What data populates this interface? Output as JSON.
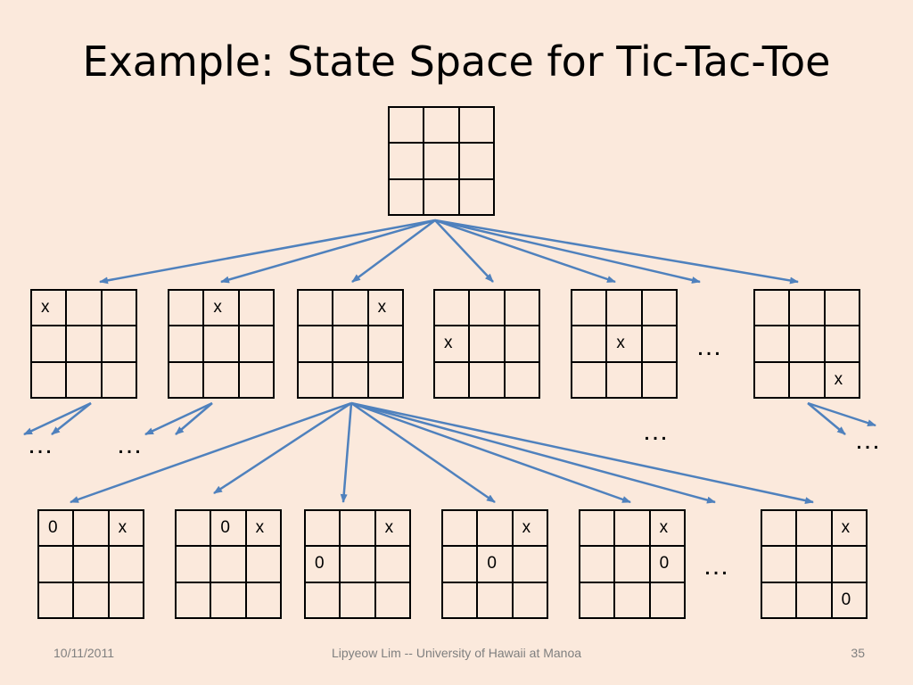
{
  "title": "Example: State Space for Tic-Tac-Toe",
  "footer": {
    "date": "10/11/2011",
    "author": "Lipyeow Lim -- University of Hawaii at Manoa",
    "page": "35"
  },
  "arrow_color": "#4f81bd",
  "boards": {
    "root": [
      "",
      "",
      "",
      "",
      "",
      "",
      "",
      "",
      ""
    ],
    "level1": [
      [
        "x",
        "",
        "",
        "",
        "",
        "",
        "",
        "",
        ""
      ],
      [
        "",
        "x",
        "",
        "",
        "",
        "",
        "",
        "",
        ""
      ],
      [
        "",
        "",
        "x",
        "",
        "",
        "",
        "",
        "",
        ""
      ],
      [
        "",
        "",
        "",
        "x",
        "",
        "",
        "",
        "",
        ""
      ],
      [
        "",
        "",
        "",
        "",
        "x",
        "",
        "",
        "",
        ""
      ],
      [
        "",
        "",
        "",
        "",
        "",
        "",
        "",
        "",
        "x"
      ]
    ],
    "level2": [
      [
        "0",
        "",
        "x",
        "",
        "",
        "",
        "",
        "",
        ""
      ],
      [
        "",
        "0",
        "x",
        "",
        "",
        "",
        "",
        "",
        ""
      ],
      [
        "",
        "",
        "x",
        "0",
        "",
        "",
        "",
        "",
        ""
      ],
      [
        "",
        "",
        "x",
        "",
        "0",
        "",
        "",
        "",
        ""
      ],
      [
        "",
        "",
        "x",
        "",
        "",
        "0",
        "",
        "",
        ""
      ],
      [
        "",
        "",
        "x",
        "",
        "",
        "",
        "",
        "",
        "0"
      ]
    ]
  },
  "ellipsis": "…"
}
